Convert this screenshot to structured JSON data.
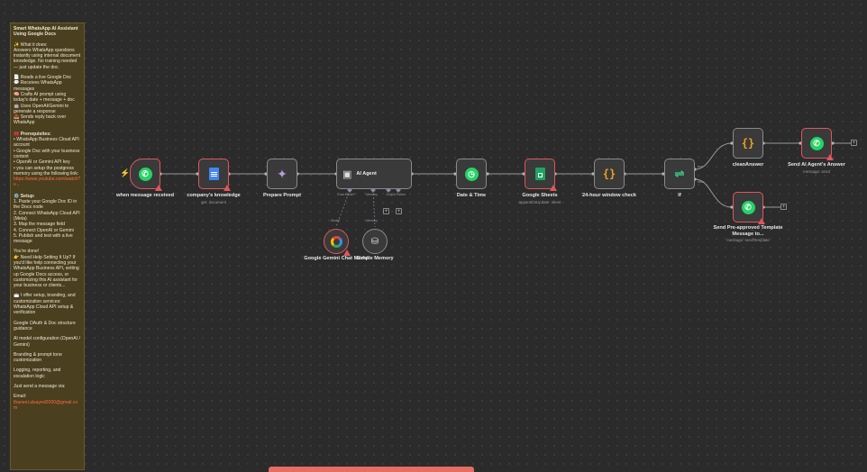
{
  "sticky": {
    "title": "Smart WhatsApp AI Assistant Using Google Docs",
    "lines_a": [
      "✨ What it does:",
      "Answers WhatsApp questions instantly using internal document knowledge. No training needed — just update the doc."
    ],
    "lines_b": [
      "📄 Reads a live Google Doc",
      "💬 Receives WhatsApp messages",
      "🧠 Crafts AI prompt using today's date + message + doc",
      "🤖 Uses OpenAI/Gemini to generate a response",
      "📤 Sends reply back over WhatsApp"
    ],
    "prereq_title": "🧰 Prerequisites:",
    "prereq": [
      "• WhatsApp Business Cloud API account",
      "• Google Doc with your business content",
      "• OpenAI or Gemini API key",
      "• you can setup the postgress memory using the following link:"
    ],
    "prereq_link": "https://www.youtube.com/watch?v...",
    "setup_title": "⚙️ Setup:",
    "setup": [
      "1. Paste your Google Doc ID in the Docs node",
      "2. Connect WhatsApp Cloud API (Meta)",
      "3. Map the message field",
      "4. Connect OpenAI or Gemini",
      "5. Publish and test with a live message"
    ],
    "done": [
      "You're done!",
      "👉 Need Help Setting It Up? If you'd like help connecting your WhatsApp Business API, setting up Google Docs access, or customizing this AI assistant for your business or clients..."
    ],
    "offer": "📩 I offer setup, branding, and customization services: WhatsApp Cloud API setup & verification",
    "services": [
      "Google OAuth & Doc structure guidance",
      "AI model configuration (OpenAI / Gemini)",
      "Branding & prompt tone customization",
      "Logging, reporting, and escalation logic",
      "Just send a message via:"
    ],
    "email_label": "Email:",
    "email": "thaneel.alsayed2000@gmail.com"
  },
  "nodes": {
    "trigger": {
      "label": "when message received",
      "icon": "whatsapp-icon"
    },
    "docs": {
      "label": "company's knowledge",
      "sub": "get: document",
      "icon": "google-docs-icon"
    },
    "prompt": {
      "label": "Prepare Prompt",
      "icon": "sparkle-icon"
    },
    "agent": {
      "label": "AI Agent",
      "icon": "robot-icon",
      "ports": [
        "Chat Model*",
        "Memory",
        "Output Parser"
      ]
    },
    "datetime": {
      "label": "Date & Time",
      "icon": "clock-icon"
    },
    "sheets": {
      "label": "Google Sheets",
      "sub": "appendOrUpdate: sheet",
      "icon": "google-sheets-icon"
    },
    "window": {
      "label": "24-hour window check",
      "icon": "code-braces-icon"
    },
    "if": {
      "label": "If",
      "true": "true",
      "false": "false",
      "icon": "if-icon"
    },
    "clean": {
      "label": "cleanAnswer",
      "icon": "code-braces-icon"
    },
    "send_answer": {
      "label": "Send AI Agent's Answer",
      "sub": "message: send",
      "icon": "whatsapp-icon"
    },
    "send_template": {
      "label": "Send Pre-approved Template Message to...",
      "sub": "message: sendTemplate",
      "icon": "whatsapp-icon"
    },
    "gemini": {
      "label": "Google Gemini Chat Model",
      "port": "Model",
      "icon": "google-icon"
    },
    "memory": {
      "label": "Simple Memory",
      "port": "Memory",
      "icon": "database-icon"
    }
  },
  "colors": {
    "accent": "#ff6d5a",
    "error": "#e0565b",
    "whatsapp": "#25d366",
    "sticky": "#4a3f1f"
  }
}
